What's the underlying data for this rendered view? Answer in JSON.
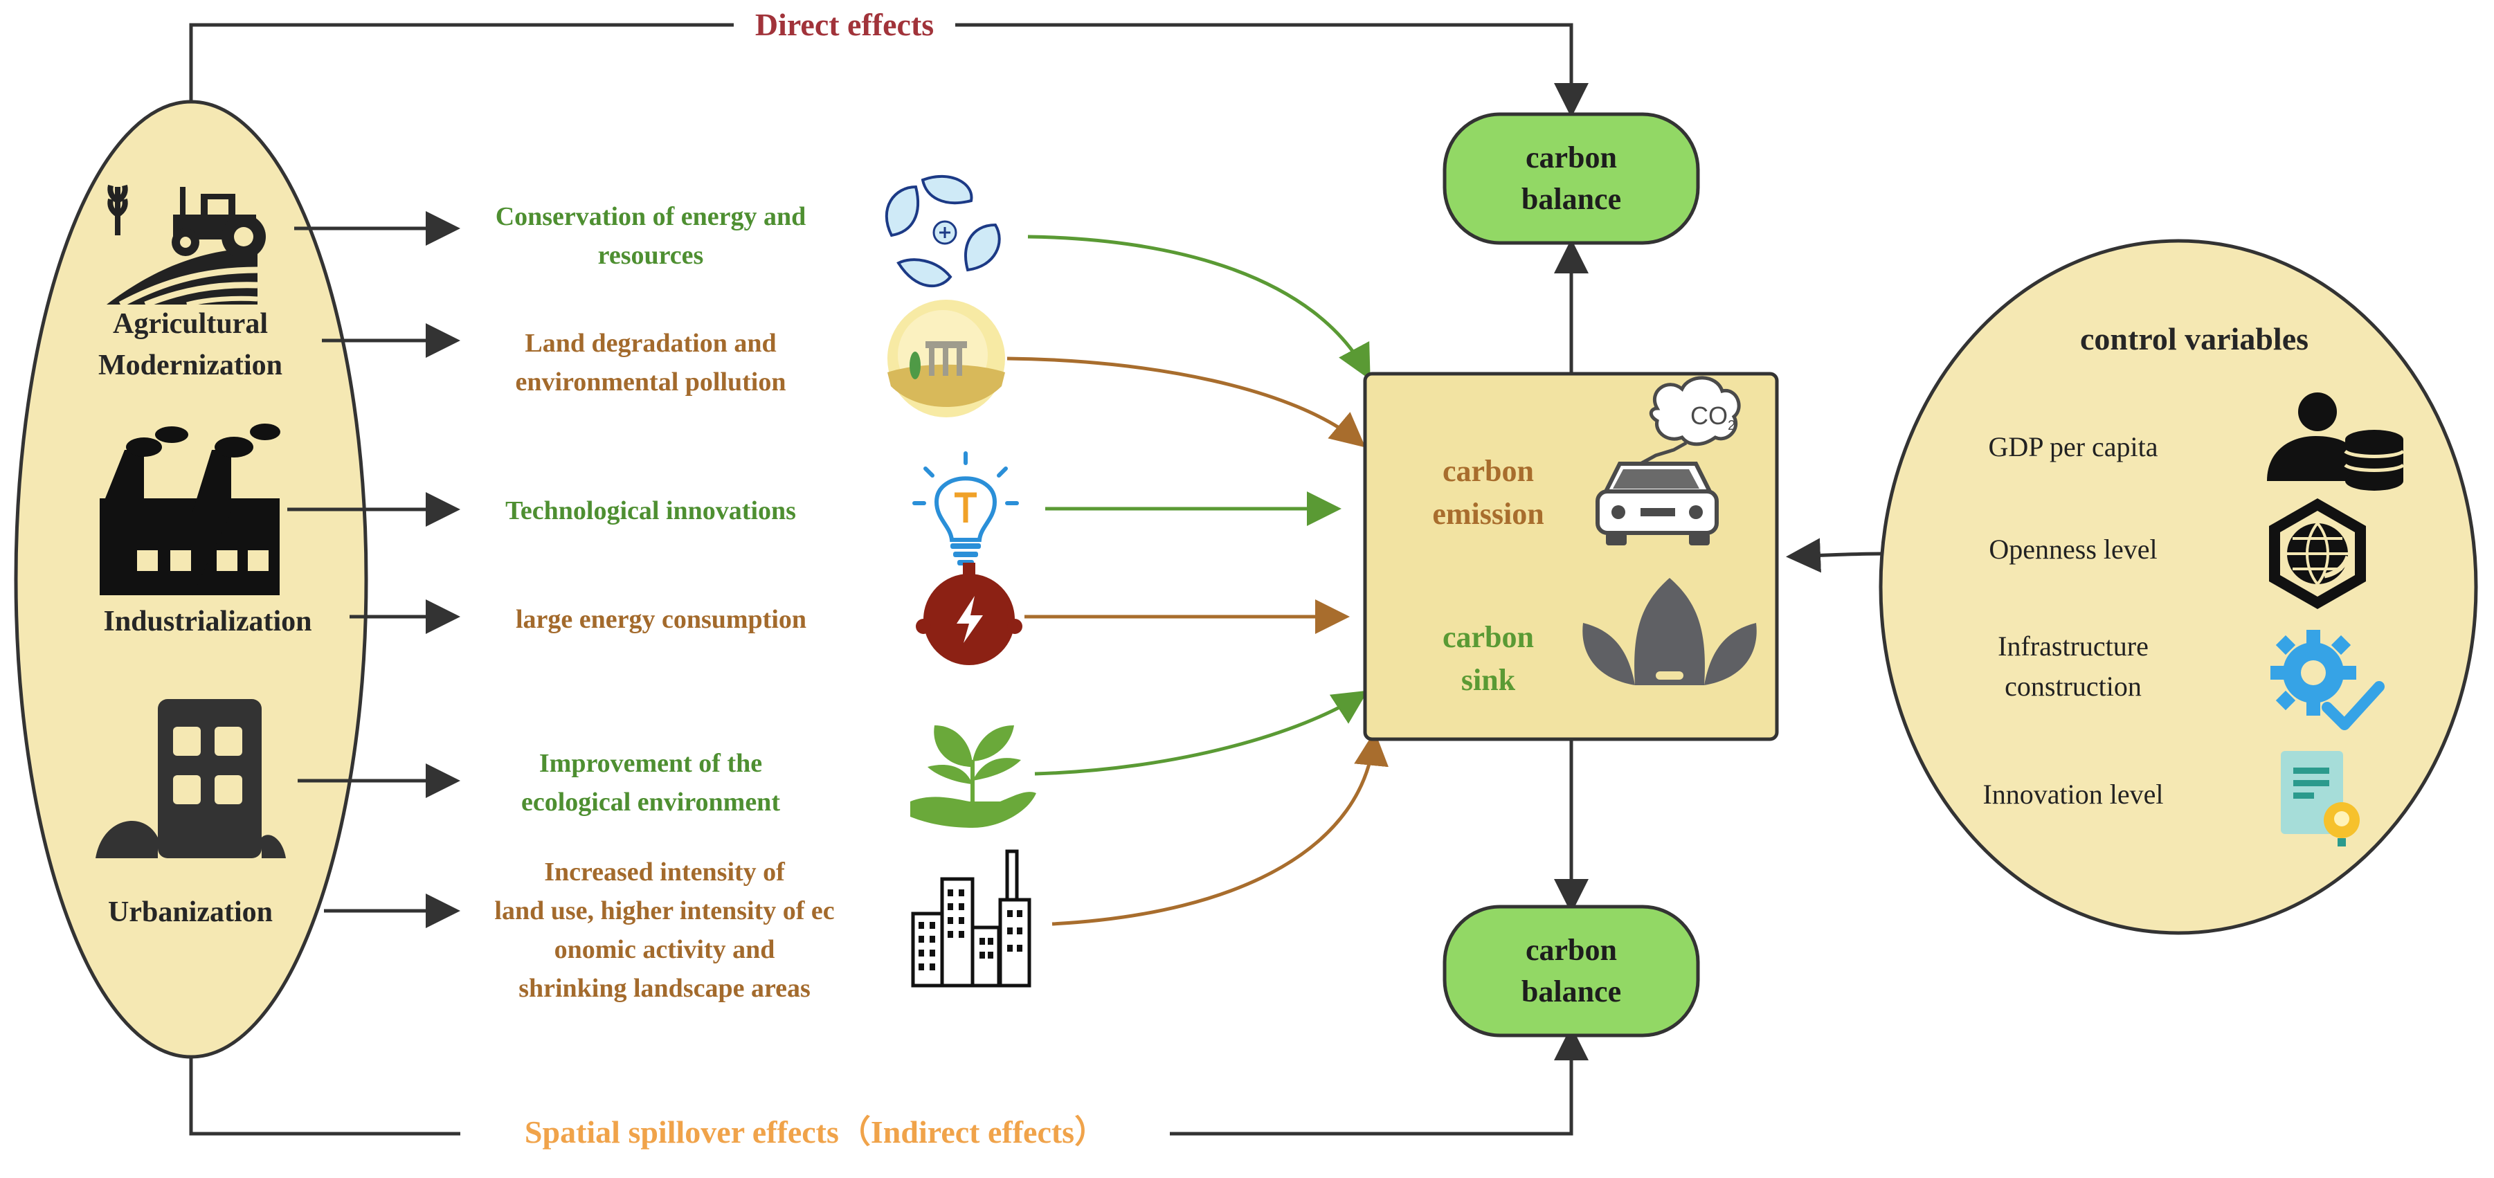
{
  "colors": {
    "oval_fill": "#f5e8b3",
    "box_fill": "#f2e3a2",
    "green_box": "#92d865",
    "green": "#5a9a34",
    "brown": "#a86d2d",
    "dark": "#333333",
    "title_red": "#a1333a",
    "spillover_orange": "#f0a34a"
  },
  "top": {
    "direct_effects": "Direct effects"
  },
  "bottom": {
    "spillover": "Spatial spillover effects（Indirect effects）"
  },
  "left": {
    "agriculture": {
      "label_line1": "Agricultural",
      "label_line2": "Modernization",
      "icon": "tractor-field-icon"
    },
    "industry": {
      "label": "Industrialization",
      "icon": "factory-icon"
    },
    "urban": {
      "label": "Urbanization",
      "icon": "building-icon"
    }
  },
  "effects": [
    {
      "line1": "Conservation of energy and",
      "line2": "resources",
      "color": "green",
      "icon": "leaves-recycle-icon"
    },
    {
      "line1": "Land degradation and",
      "line2": "environmental pollution",
      "color": "brown",
      "icon": "degraded-land-icon"
    },
    {
      "line1": "Technological innovations",
      "color": "green",
      "icon": "lightbulb-icon"
    },
    {
      "line1": "large energy consumption",
      "color": "brown",
      "icon": "energy-bolt-icon"
    },
    {
      "line1": "Improvement of the",
      "line2": "ecological environment",
      "color": "green",
      "icon": "plant-hand-icon"
    },
    {
      "line1": "Increased intensity of",
      "line2": "land use, higher intensity of ec",
      "line3": "onomic activity and",
      "line4": "shrinking landscape areas",
      "color": "brown",
      "icon": "city-buildings-icon"
    }
  ],
  "center": {
    "emission_line1": "carbon",
    "emission_line2": "emission",
    "sink_line1": "carbon",
    "sink_line2": "sink",
    "emission_icon": "car-co2-icon",
    "co2": "CO",
    "co2_sub": "2",
    "sink_icon": "lotus-icon"
  },
  "balance_top": {
    "line1": "carbon",
    "line2": "balance"
  },
  "balance_bottom": {
    "line1": "carbon",
    "line2": "balance"
  },
  "controls": {
    "title": "control variables",
    "items": [
      {
        "label": "GDP per capita",
        "icon": "person-coins-icon"
      },
      {
        "label": "Openness level",
        "icon": "globe-hexagon-icon"
      },
      {
        "label_line1": "Infrastructure",
        "label_line2": "construction",
        "icon": "gear-check-icon"
      },
      {
        "label": "Innovation level",
        "icon": "document-idea-icon"
      }
    ]
  }
}
